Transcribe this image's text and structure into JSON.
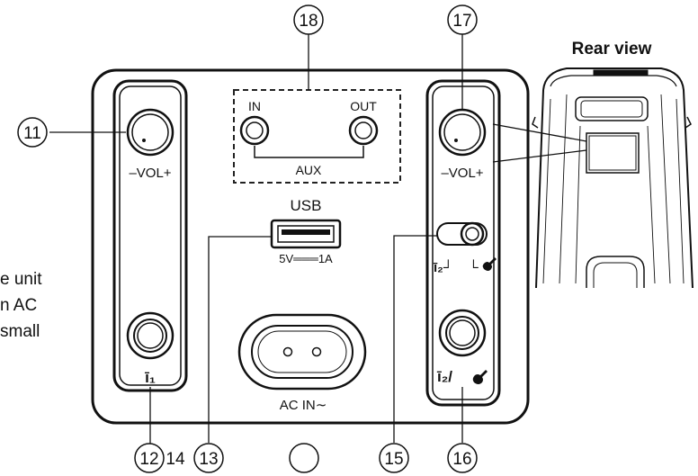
{
  "rear_view_title": "Rear view",
  "side_text": [
    "e unit",
    "n AC",
    "small"
  ],
  "callouts": {
    "c11": "11",
    "c12": "12",
    "c14": "14",
    "c13": "13",
    "c15": "15",
    "c16": "16",
    "c17": "17",
    "c18": "18"
  },
  "labels": {
    "vol_left": "–VOL+",
    "vol_right": "–VOL+",
    "aux_in": "IN",
    "aux_out": "OUT",
    "aux": "AUX",
    "usb": "USB",
    "usb_rating": "5V═══1A",
    "ac_in": "AC IN∼",
    "mic1": "ī₁",
    "switch_mic": "ī₂┘",
    "switch_guitar": "└",
    "mic2_guitar": "ī₂/"
  },
  "colors": {
    "ink": "#111111",
    "panel": "#ffffff",
    "dash": "#222222"
  }
}
